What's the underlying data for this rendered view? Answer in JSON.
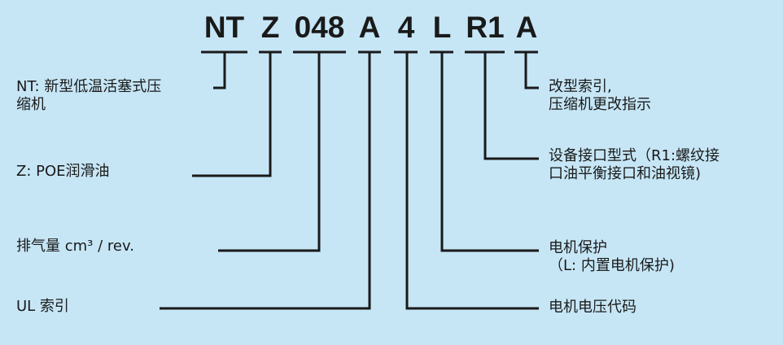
{
  "code_segments": [
    "NT",
    "Z",
    "048",
    "A",
    "4",
    "L",
    "R1",
    "A"
  ],
  "labels": {
    "nt_line1": "NT: 新型低温活塞式压",
    "nt_line2": "缩机",
    "z": "Z: POE润滑油",
    "displacement": "排气量 cm³ / rev.",
    "ul": "UL 索引",
    "rev_line1": "改型索引,",
    "rev_line2": "压缩机更改指示",
    "conn_line1": "设备接口型式（R1:螺纹接",
    "conn_line2": "口油平衡接口和油视镜)",
    "prot_line1": "电机保护",
    "prot_line2": "（L: 内置电机保护)",
    "voltage": "电机电压代码"
  },
  "colors": {
    "background": "#c6e6f6",
    "line": "#1a1a1a",
    "text": "#1a1a1a"
  }
}
